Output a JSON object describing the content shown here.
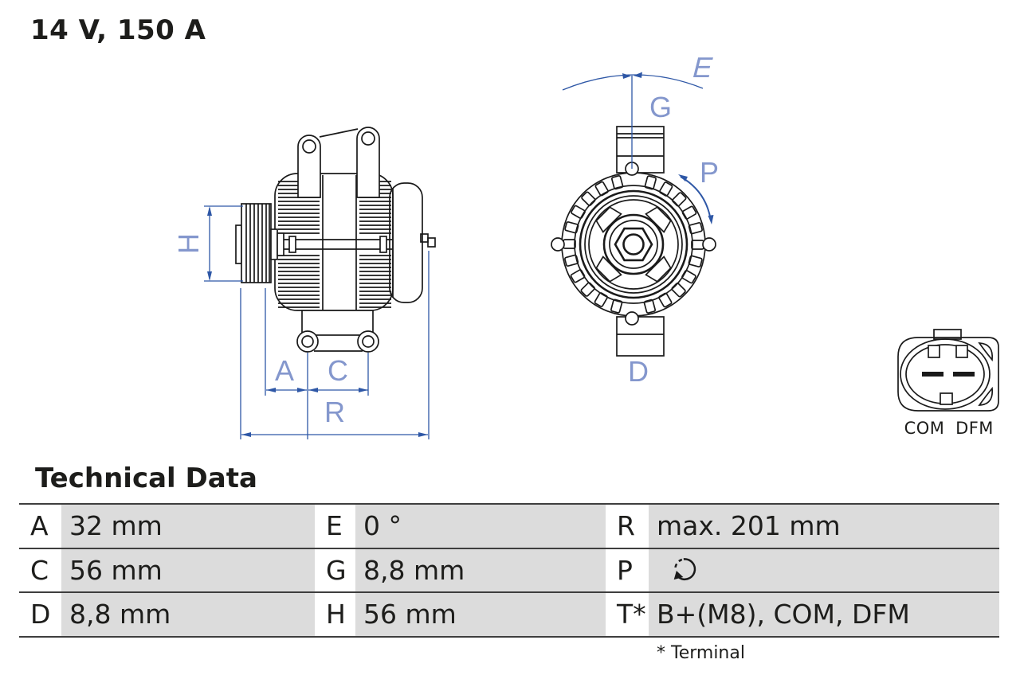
{
  "header": {
    "rating": "14 V, 150 A"
  },
  "diagram": {
    "dimension_labels": {
      "a": "A",
      "c": "C",
      "r": "R",
      "h": "H",
      "e": "E",
      "g": "G",
      "p": "P",
      "d": "D"
    },
    "connector_labels": {
      "com": "COM",
      "dfm": "DFM"
    },
    "icons": [
      "rotation-direction-arrow",
      "angle-arc",
      "clockwise-rotation"
    ]
  },
  "technical_data": {
    "title": "Technical Data",
    "rows": [
      {
        "cells": [
          {
            "key": "A",
            "value": "32 mm"
          },
          {
            "key": "E",
            "value": "0 °"
          },
          {
            "key": "R",
            "value": "max. 201 mm"
          }
        ]
      },
      {
        "cells": [
          {
            "key": "C",
            "value": "56 mm"
          },
          {
            "key": "G",
            "value": "8,8 mm"
          },
          {
            "key": "P",
            "value": "",
            "icon": "rotation-direction"
          }
        ]
      },
      {
        "cells": [
          {
            "key": "D",
            "value": "8,8 mm"
          },
          {
            "key": "H",
            "value": "56 mm"
          },
          {
            "key": "T*",
            "value": "B+(M8), COM, DFM"
          }
        ]
      }
    ],
    "footnote": "* Terminal"
  },
  "colors": {
    "drawing": "#1a1a1a",
    "dim": "#2e57a6",
    "dimlabel": "#8497cd",
    "cellbg": "#dcdcdc",
    "rule": "#3e3e3e",
    "ink": "#1d1d1b"
  }
}
